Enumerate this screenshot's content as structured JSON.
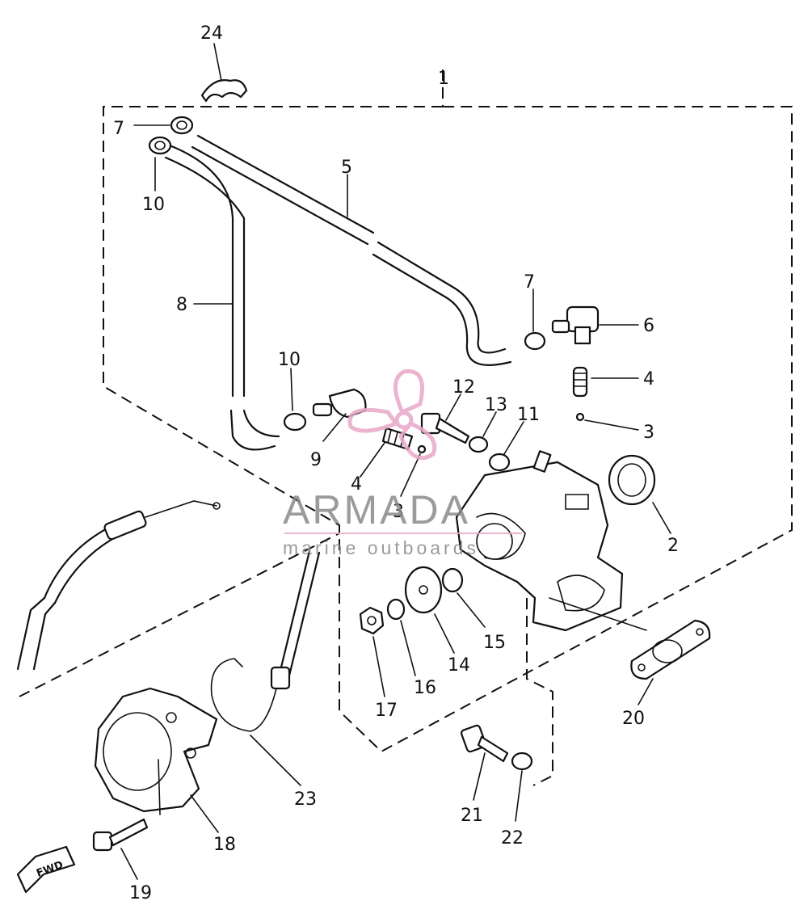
{
  "watermark": {
    "brand": "ARMADA",
    "tagline": "marine outboards",
    "logo_icon": "propeller-icon",
    "logo_color": "#e8a8c8"
  },
  "direction_badge": "FWD",
  "part_callouts": [
    "1",
    "2",
    "3",
    "3",
    "4",
    "4",
    "5",
    "6",
    "7",
    "7",
    "8",
    "9",
    "10",
    "10",
    "11",
    "12",
    "13",
    "14",
    "15",
    "16",
    "17",
    "18",
    "19",
    "20",
    "21",
    "22",
    "23",
    "24"
  ]
}
